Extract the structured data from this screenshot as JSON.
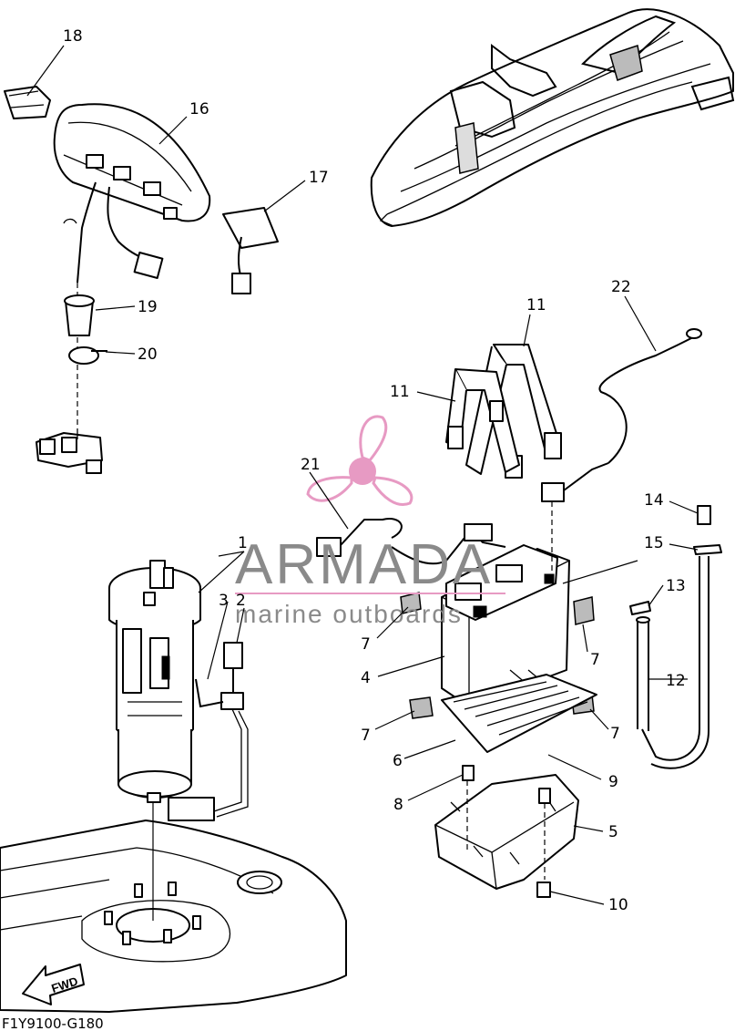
{
  "drawing_code": "F1Y9100-G180",
  "direction_label": "FWD",
  "watermark": {
    "brand": "ARMADA",
    "tagline": "marine outboards",
    "color": "#e79ac3"
  },
  "callouts": [
    {
      "id": "c1",
      "label": "1"
    },
    {
      "id": "c2",
      "label": "2"
    },
    {
      "id": "c3",
      "label": "3"
    },
    {
      "id": "c4",
      "label": "4"
    },
    {
      "id": "c5",
      "label": "5"
    },
    {
      "id": "c6",
      "label": "6"
    },
    {
      "id": "c7a",
      "label": "7"
    },
    {
      "id": "c7b",
      "label": "7"
    },
    {
      "id": "c7c",
      "label": "7"
    },
    {
      "id": "c7d",
      "label": "7"
    },
    {
      "id": "c8",
      "label": "8"
    },
    {
      "id": "c9",
      "label": "9"
    },
    {
      "id": "c10",
      "label": "10"
    },
    {
      "id": "c11a",
      "label": "11"
    },
    {
      "id": "c11b",
      "label": "11"
    },
    {
      "id": "c12",
      "label": "12"
    },
    {
      "id": "c13",
      "label": "13"
    },
    {
      "id": "c14",
      "label": "14"
    },
    {
      "id": "c15",
      "label": "15"
    },
    {
      "id": "c16",
      "label": "16"
    },
    {
      "id": "c17",
      "label": "17"
    },
    {
      "id": "c18",
      "label": "18"
    },
    {
      "id": "c19",
      "label": "19"
    },
    {
      "id": "c20",
      "label": "20"
    },
    {
      "id": "c21",
      "label": "21"
    },
    {
      "id": "c22",
      "label": "22"
    }
  ]
}
